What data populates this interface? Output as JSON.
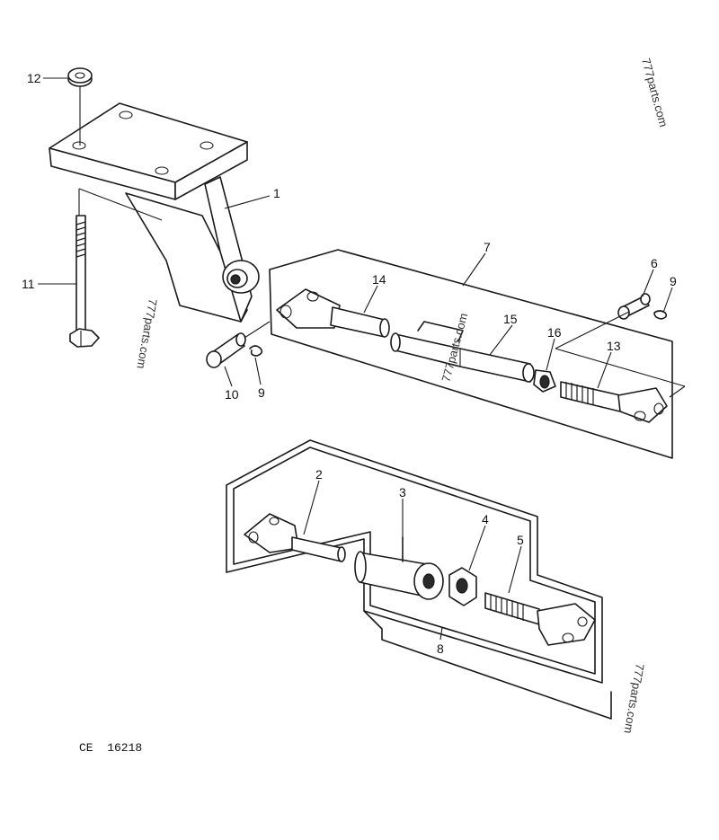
{
  "callouts": {
    "c1": "1",
    "c2": "2",
    "c3": "3",
    "c4": "4",
    "c5": "5",
    "c6": "6",
    "c7": "7",
    "c8": "8",
    "c9a": "9",
    "c9b": "9",
    "c10": "10",
    "c11": "11",
    "c12": "12",
    "c13": "13",
    "c14": "14",
    "c15": "15",
    "c16": "16"
  },
  "watermarks": {
    "w1": "777parts.com",
    "w2": "777parts.com",
    "w3": "777parts.com",
    "w4": "777parts.com"
  },
  "reference": "CE  16218"
}
